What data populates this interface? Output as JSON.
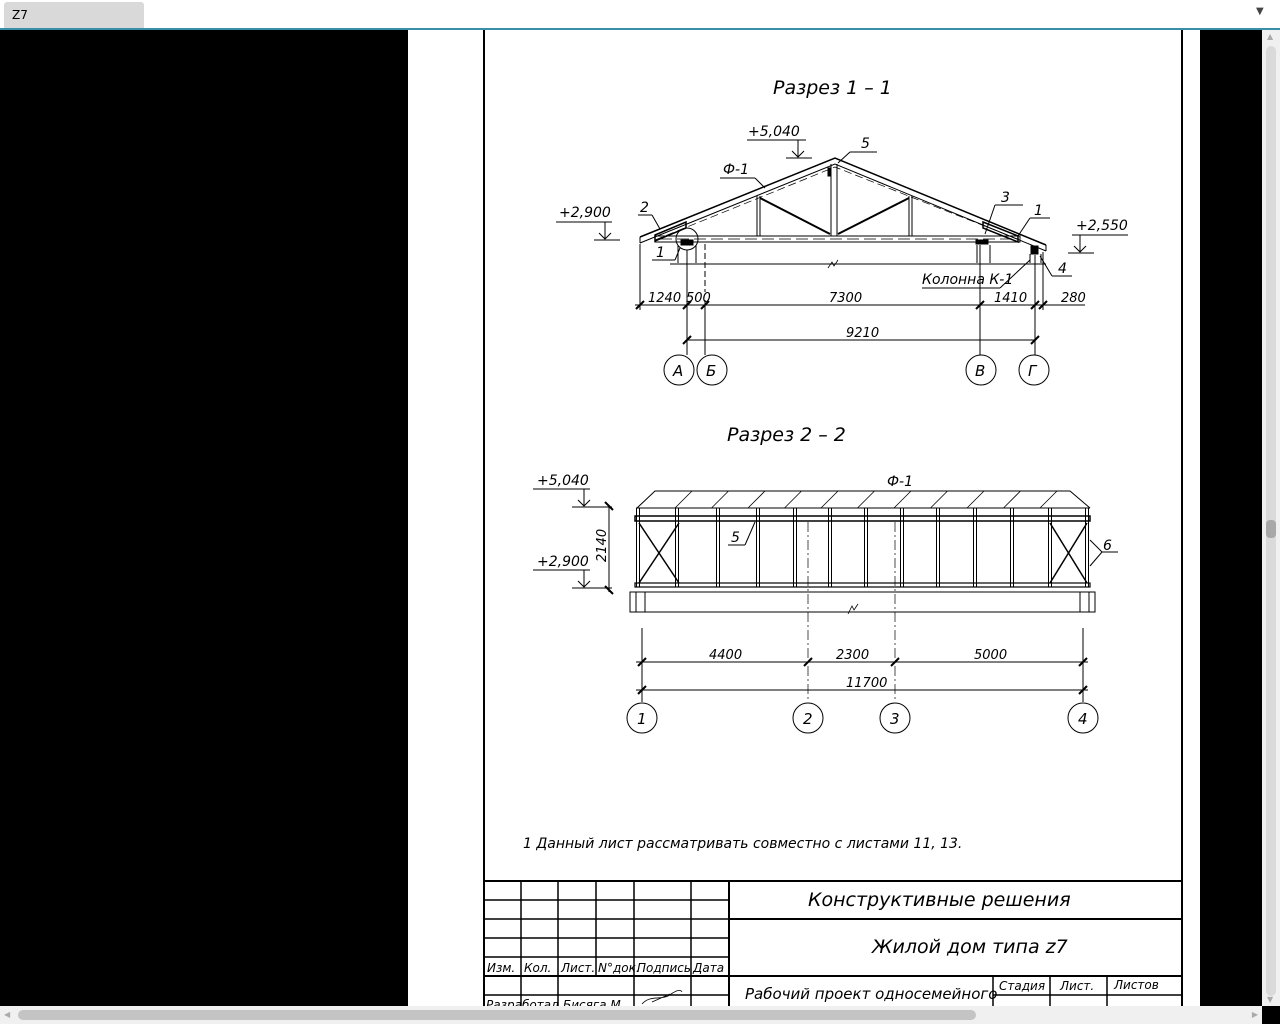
{
  "tab": {
    "title": "Z7"
  },
  "drawing": {
    "section1": {
      "title": "Разрез 1 – 1",
      "elev_top": "+5,040",
      "elev_left": "+2,900",
      "elev_right": "+2,550",
      "truss_mark": "Ф-1",
      "callouts": [
        "1",
        "2",
        "3",
        "4",
        "5",
        "1"
      ],
      "column_label": "Колонна К-1",
      "dims": [
        "1240",
        "500",
        "7300",
        "1410",
        "280"
      ],
      "total": "9210",
      "axes": [
        "А",
        "Б",
        "В",
        "Г"
      ]
    },
    "section2": {
      "title": "Разрез 2 – 2",
      "elev_top": "+5,040",
      "elev_bottom": "+2,900",
      "height_dim": "2140",
      "truss_mark": "Ф-1",
      "callout_5": "5",
      "callout_6": "6",
      "dims": [
        "4400",
        "2300",
        "5000"
      ],
      "total": "11700",
      "axes": [
        "1",
        "2",
        "3",
        "4"
      ]
    },
    "note": "1 Данный лист рассматривать совместно с листами 11, 13."
  },
  "title_block": {
    "title": "Конструктивные решения",
    "project": "Жилой дом типа z7",
    "headers": [
      "Изм.",
      "Кол.",
      "Лист.",
      "N°док.",
      "Подпись",
      "Дата"
    ],
    "description": "Рабочий проект односемейного",
    "stage_headers": [
      "Стадия",
      "Лист.",
      "Листов"
    ],
    "role": "Разработал",
    "author": "Бисяга М."
  }
}
